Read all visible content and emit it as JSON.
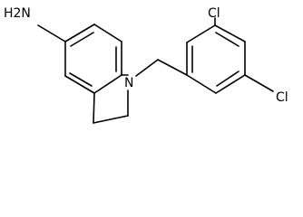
{
  "molecule": {
    "labels": {
      "amine": "H2N",
      "nitrogen": "N",
      "chlorine_top": "Cl",
      "chlorine_right": "Cl"
    },
    "colors": {
      "bond": "#000000",
      "label": "#000000",
      "background": "#ffffff"
    }
  }
}
